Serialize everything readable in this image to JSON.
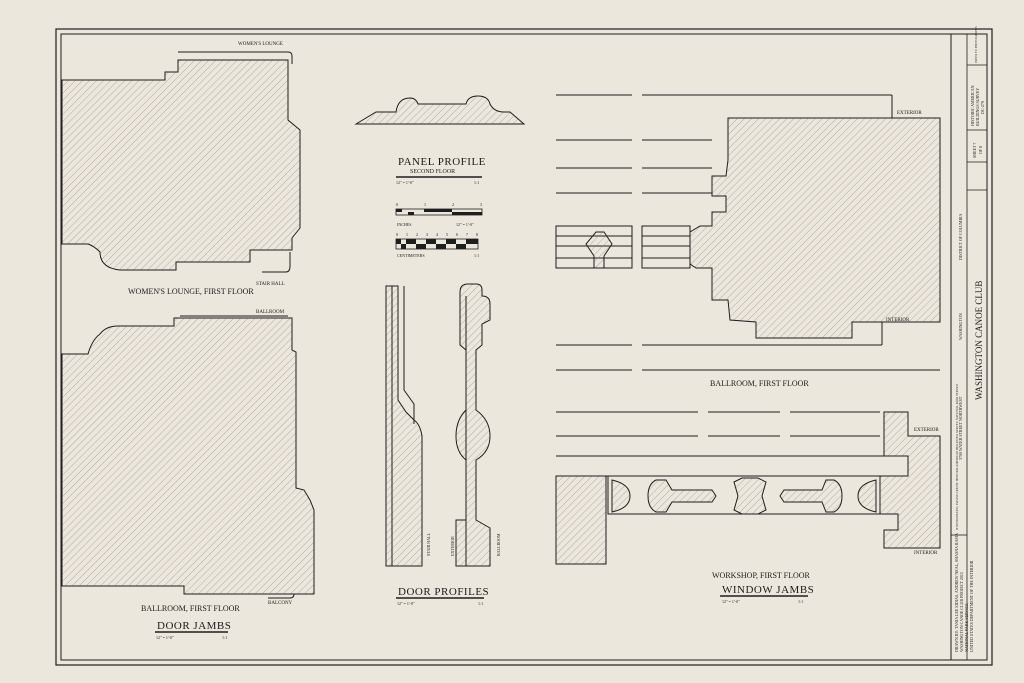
{
  "title_block": {
    "club_name": "WASHINGTON CANOE CLUB",
    "address": "3700 WATER STREET NORTHWEST",
    "city": "WASHINGTON",
    "district": "DISTRICT OF COLUMBIA",
    "survey_line1": "HISTORIC AMERICAN",
    "survey_line2": "BUILDINGS SURVEY",
    "survey_no": "DC-279",
    "sheet_label": "SHEET 7",
    "sheet_of": "OF 8",
    "drawn_by": "DRAWN BY: TANIA LEE SIDIAS, ANDREW NEAL, SHASNA RAMA",
    "project": "WASHINGTON CANOE CLUB PROJECT 2015",
    "agency1": "NATIONAL PARK SERVICE",
    "agency2": "UNITED STATES DEPARTMENT OF THE INTERIOR",
    "if_reproduced": "INDEX TO PHOTOGRAPHS",
    "note": "IF REPRODUCED, PLEASE CREDIT: HISTORIC AMERICAN BUILDINGS SURVEY, NATIONAL PARK SERVICE"
  },
  "door_jambs": {
    "title": "DOOR JAMBS",
    "scale": "12\" = 1'-0\"",
    "ratio": "1:1",
    "plan1_caption": "WOMEN'S LOUNGE, FIRST FLOOR",
    "plan1_tag_top": "WOMEN'S LOUNGE",
    "plan1_tag_bottom": "STAIR HALL",
    "plan2_caption": "BALLROOM, FIRST FLOOR",
    "plan2_tag_top": "BALLROOM",
    "plan2_tag_bottom": "BALCONY"
  },
  "panel_profile": {
    "title": "PANEL PROFILE",
    "subtitle": "SECOND FLOOR",
    "scale": "12\" = 1'-0\"",
    "ratio": "1:1",
    "inches_label": "INCHES",
    "inches_ticks": [
      "0",
      "1",
      "2",
      "3"
    ],
    "inches_scale": "12\" = 1'-0\"",
    "cm_label": "CENTIMETERS",
    "cm_ticks": [
      "0",
      "1",
      "2",
      "3",
      "4",
      "5",
      "6",
      "7",
      "8"
    ],
    "cm_ratio": "1:1"
  },
  "door_profiles": {
    "title": "DOOR PROFILES",
    "scale": "12\" = 1'-0\"",
    "ratio": "1:1",
    "label_stair": "STAIR HALL",
    "label_exterior": "EXTERIOR",
    "label_ballroom": "BALLROOM"
  },
  "window_jambs": {
    "title": "WINDOW JAMBS",
    "scale": "12\" = 1'-0\"",
    "ratio": "1:1",
    "upper_caption": "BALLROOM, FIRST FLOOR",
    "upper_exterior": "EXTERIOR",
    "upper_interior": "INTERIOR",
    "lower_caption": "WORKSHOP, FIRST FLOOR",
    "lower_exterior": "EXTERIOR",
    "lower_interior": "INTERIOR"
  }
}
